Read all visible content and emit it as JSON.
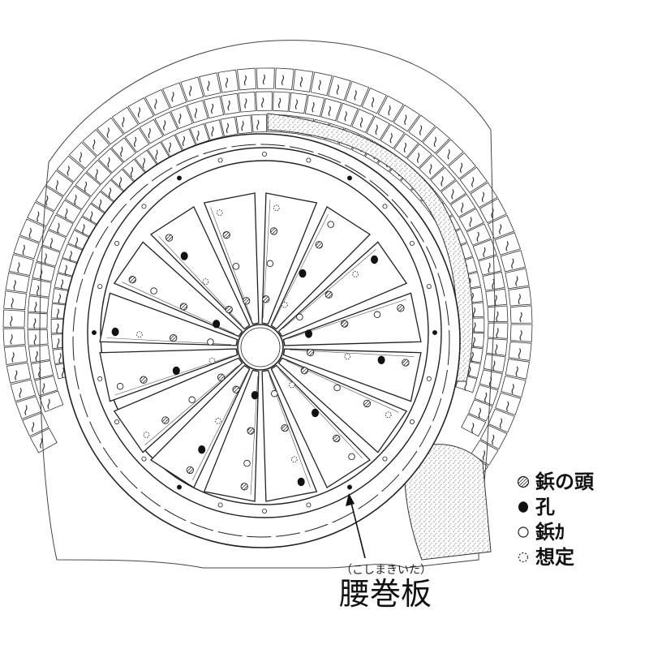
{
  "diagram": {
    "segment_count": 16,
    "legend": [
      {
        "symbol": "rivet-head",
        "label": "鋲の頭"
      },
      {
        "symbol": "hole",
        "label": "孔"
      },
      {
        "symbol": "rivet-probable",
        "label": "鋲ｶ"
      },
      {
        "symbol": "assumed",
        "label": "想定"
      }
    ],
    "callout": {
      "ruby": "（こしまきいた）",
      "label": "腰巻板"
    },
    "colors": {
      "ink": "#222222",
      "stipple": "#555555",
      "background": "#ffffff"
    }
  }
}
